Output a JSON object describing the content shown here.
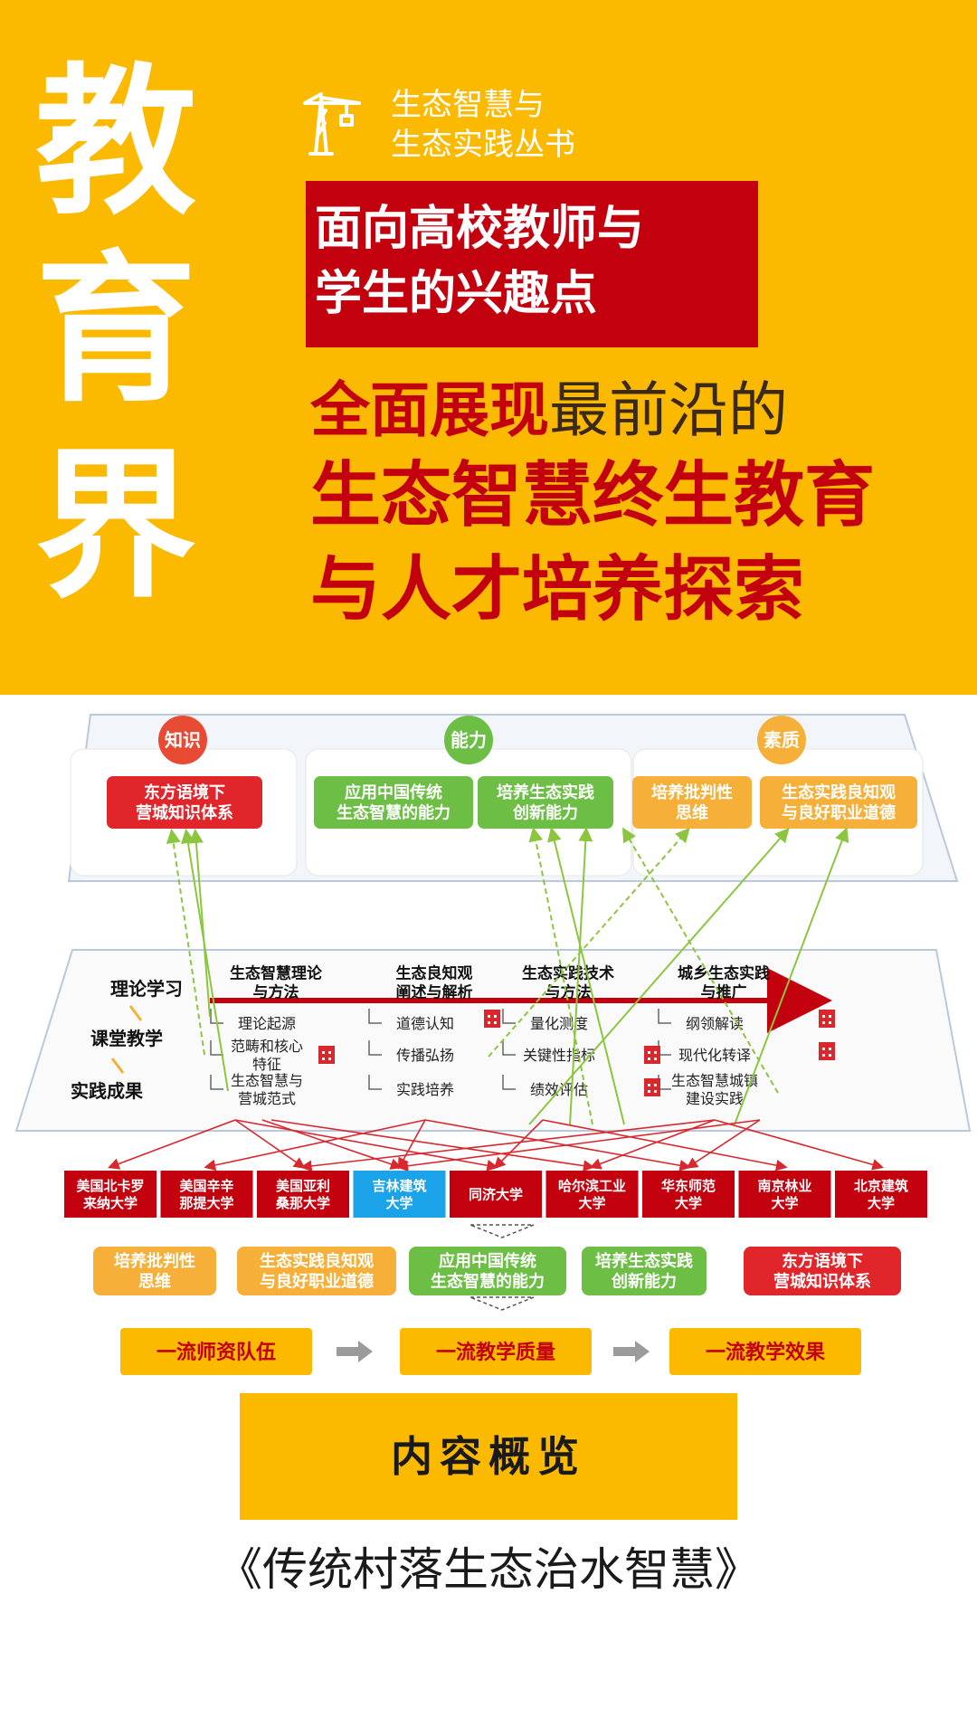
{
  "header": {
    "big_chars": [
      "教",
      "育",
      "界"
    ],
    "series_name": [
      "生态智慧与",
      "生态实践丛书"
    ],
    "red_box_lines": [
      "面向高校教师与",
      "学生的兴趣点"
    ],
    "headline": {
      "line1_red": "全面展现",
      "line1_dark": "最前沿的",
      "line2": "生态智慧终生教育",
      "line3": "与人才培养探索"
    },
    "colors": {
      "yellow": "#FBB900",
      "red": "#C3000E",
      "white": "#FFFFFF"
    },
    "icon": "crane-icon"
  },
  "diagram": {
    "categories": [
      {
        "label": "知识",
        "color": "#E84B33"
      },
      {
        "label": "能力",
        "color": "#6CBE45"
      },
      {
        "label": "素质",
        "color": "#F6B03A"
      }
    ],
    "top_boxes": [
      {
        "lines": [
          "东方语境下",
          "营城知识体系"
        ],
        "color": "#E0252B"
      },
      {
        "lines": [
          "应用中国传统",
          "生态智慧的能力"
        ],
        "color": "#6CBE45"
      },
      {
        "lines": [
          "培养生态实践",
          "创新能力"
        ],
        "color": "#6CBE45"
      },
      {
        "lines": [
          "培养批判性",
          "思维"
        ],
        "color": "#F6B03A"
      },
      {
        "lines": [
          "生态实践良知观",
          "与良好职业道德"
        ],
        "color": "#F6B03A"
      }
    ],
    "row_labels": [
      "理论学习",
      "课堂教学",
      "实践成果"
    ],
    "columns": [
      {
        "title": [
          "生态智慧理论",
          "与方法"
        ],
        "items": [
          [
            "理论起源"
          ],
          [
            "范畴和核心",
            "特征"
          ],
          [
            "生态智慧与",
            "营城范式"
          ]
        ]
      },
      {
        "title": [
          "生态良知观",
          "阐述与解析"
        ],
        "items": [
          [
            "道德认知"
          ],
          [
            "传播弘扬"
          ],
          [
            "实践培养"
          ]
        ]
      },
      {
        "title": [
          "生态实践技术",
          "与方法"
        ],
        "items": [
          [
            "量化测度"
          ],
          [
            "关键性指标"
          ],
          [
            "绩效评估"
          ]
        ]
      },
      {
        "title": [
          "城乡生态实践",
          "与推广"
        ],
        "items": [
          [
            "纲领解读"
          ],
          [
            "现代化转译"
          ],
          [
            "生态智慧城镇",
            "建设实践"
          ]
        ]
      }
    ],
    "universities": [
      {
        "lines": [
          "美国北卡罗",
          "来纳大学"
        ],
        "color": "#C3000E"
      },
      {
        "lines": [
          "美国辛辛",
          "那提大学"
        ],
        "color": "#C3000E"
      },
      {
        "lines": [
          "美国亚利",
          "桑那大学"
        ],
        "color": "#C3000E"
      },
      {
        "lines": [
          "吉林建筑",
          "大学"
        ],
        "color": "#1AA3E8"
      },
      {
        "lines": [
          "同济大学"
        ],
        "color": "#C3000E"
      },
      {
        "lines": [
          "哈尔滨工业",
          "大学"
        ],
        "color": "#C3000E"
      },
      {
        "lines": [
          "华东师范",
          "大学"
        ],
        "color": "#C3000E"
      },
      {
        "lines": [
          "南京林业",
          "大学"
        ],
        "color": "#C3000E"
      },
      {
        "lines": [
          "北京建筑",
          "大学"
        ],
        "color": "#C3000E"
      }
    ],
    "outcomes": [
      {
        "lines": [
          "培养批判性",
          "思维"
        ],
        "color": "#F6B03A"
      },
      {
        "lines": [
          "生态实践良知观",
          "与良好职业道德"
        ],
        "color": "#F6B03A"
      },
      {
        "lines": [
          "应用中国传统",
          "生态智慧的能力"
        ],
        "color": "#6CBE45"
      },
      {
        "lines": [
          "培养生态实践",
          "创新能力"
        ],
        "color": "#6CBE45"
      },
      {
        "lines": [
          "东方语境下",
          "营城知识体系"
        ],
        "color": "#E0252B"
      }
    ],
    "final_boxes": [
      "一流师资队伍",
      "一流教学质量",
      "一流教学效果"
    ],
    "colors": {
      "final_fill": "#FBB900",
      "final_text": "#C3000E",
      "arrow_gray": "#9B9B9B"
    }
  },
  "overview_label": "内容概览",
  "book_title": "《传统村落生态治水智慧》"
}
